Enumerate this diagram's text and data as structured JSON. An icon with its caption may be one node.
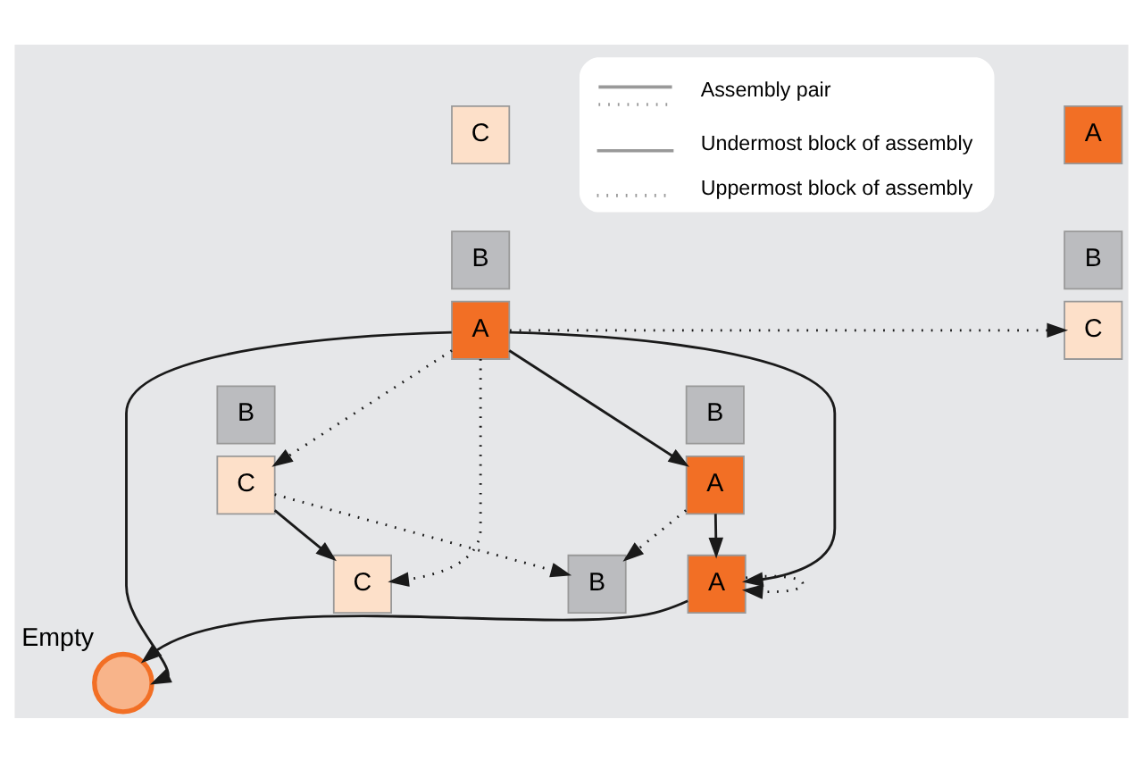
{
  "diagram": {
    "nodes": [
      {
        "text": [
          "C"
        ]
      },
      {
        "text": [
          "B"
        ]
      },
      {
        "text": [
          "A"
        ]
      },
      {
        "text": [
          "A"
        ]
      },
      {
        "text": [
          "B"
        ]
      },
      {
        "text": [
          "C"
        ]
      },
      {
        "text": [
          "B"
        ]
      },
      {
        "text": [
          "A"
        ]
      },
      {
        "text": [
          "B"
        ]
      },
      {
        "text": [
          "C"
        ]
      },
      {
        "text": [
          "C"
        ]
      },
      {
        "text": [
          "B"
        ]
      },
      {
        "text": [
          "A"
        ]
      },
      {
        "text": [],
        "shape": "circle",
        "beside": [
          "Empty"
        ]
      }
    ],
    "edges": [
      {
        "from": 2,
        "to": 5,
        "arrow": "to",
        "style": "dashed"
      },
      {
        "from": 2,
        "to": 13,
        "arrow": "to"
      },
      {
        "from": 2,
        "to": 7,
        "arrow": "to"
      },
      {
        "from": 2,
        "to": 10,
        "arrow": "to",
        "style": "dashed"
      },
      {
        "from": 2,
        "to": 12,
        "arrow": "to"
      },
      {
        "from": 2,
        "to": 9,
        "arrow": "to",
        "style": "dashed"
      },
      {
        "from": 7,
        "to": 12,
        "arrow": "to"
      },
      {
        "from": 7,
        "to": 11,
        "arrow": "to",
        "style": "dashed"
      },
      {
        "from": 9,
        "to": 10,
        "arrow": "to"
      },
      {
        "from": 9,
        "to": 11,
        "arrow": "to",
        "style": "dashed"
      },
      {
        "from": 12,
        "to": 13,
        "arrow": "to"
      },
      {
        "from": 12,
        "to": 12,
        "arrow": "to",
        "style": "dashed"
      }
    ],
    "legend": [
      {
        "text": "Assembly pair"
      },
      {
        "text": "Undermost block of assembly"
      },
      {
        "text": "Uppermost block of assembly"
      }
    ]
  }
}
